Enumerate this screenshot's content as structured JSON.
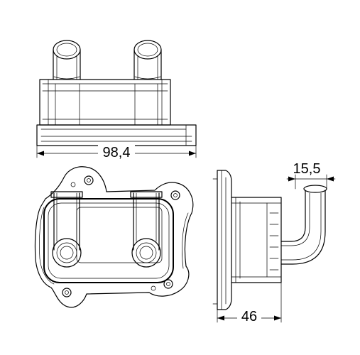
{
  "dimensions": {
    "width": "98,4",
    "height": "46",
    "pipe_diameter": "15,5"
  }
}
